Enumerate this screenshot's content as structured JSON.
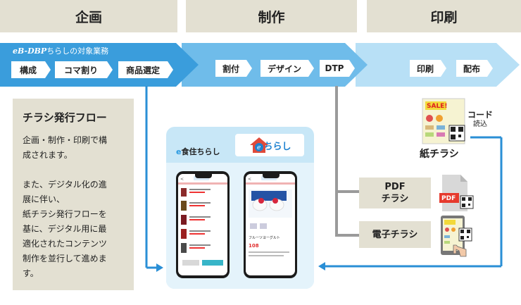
{
  "phases": [
    "企画",
    "制作",
    "印刷"
  ],
  "scope_label": {
    "brand": "eB-DBP",
    "text": "ちらしの対象業務"
  },
  "steps": {
    "planning": [
      "構成",
      "コマ割り",
      "商品選定"
    ],
    "production": [
      "割付",
      "デザイン",
      "DTP"
    ],
    "printing": [
      "印刷",
      "配布"
    ]
  },
  "info": {
    "title": "チラシ発行フロー",
    "para1": [
      "企画・制作・印刷で構",
      "成されます。"
    ],
    "para2": [
      "また、デジタル化の進",
      "展に伴い、",
      "紙チラシ発行フローを",
      "基に、デジタル用に最",
      "適化されたコンテンツ",
      "制作を並行して進めま",
      "す。"
    ]
  },
  "app": {
    "title_e": "e",
    "title_rest": "食住ちらし",
    "logo": "ちらし"
  },
  "phone_right": {
    "product_name": "フルーツヨーグルト",
    "price": "108"
  },
  "outputs": {
    "paper": "紙チラシ",
    "code_read": [
      "コード",
      "読込"
    ],
    "pdf": [
      "PDF",
      "チラシ"
    ],
    "digital": "電子チラシ",
    "pdf_badge": "PDF",
    "sale_badge": "SALE!"
  },
  "colors": {
    "band_blue": "#3a9ddc",
    "band_mid": "#6fbcea",
    "band_light": "#b8e0f6",
    "header_beige": "#e3e0d2",
    "connector_blue": "#2a8fd6",
    "connector_grey": "#9a9a9a"
  }
}
